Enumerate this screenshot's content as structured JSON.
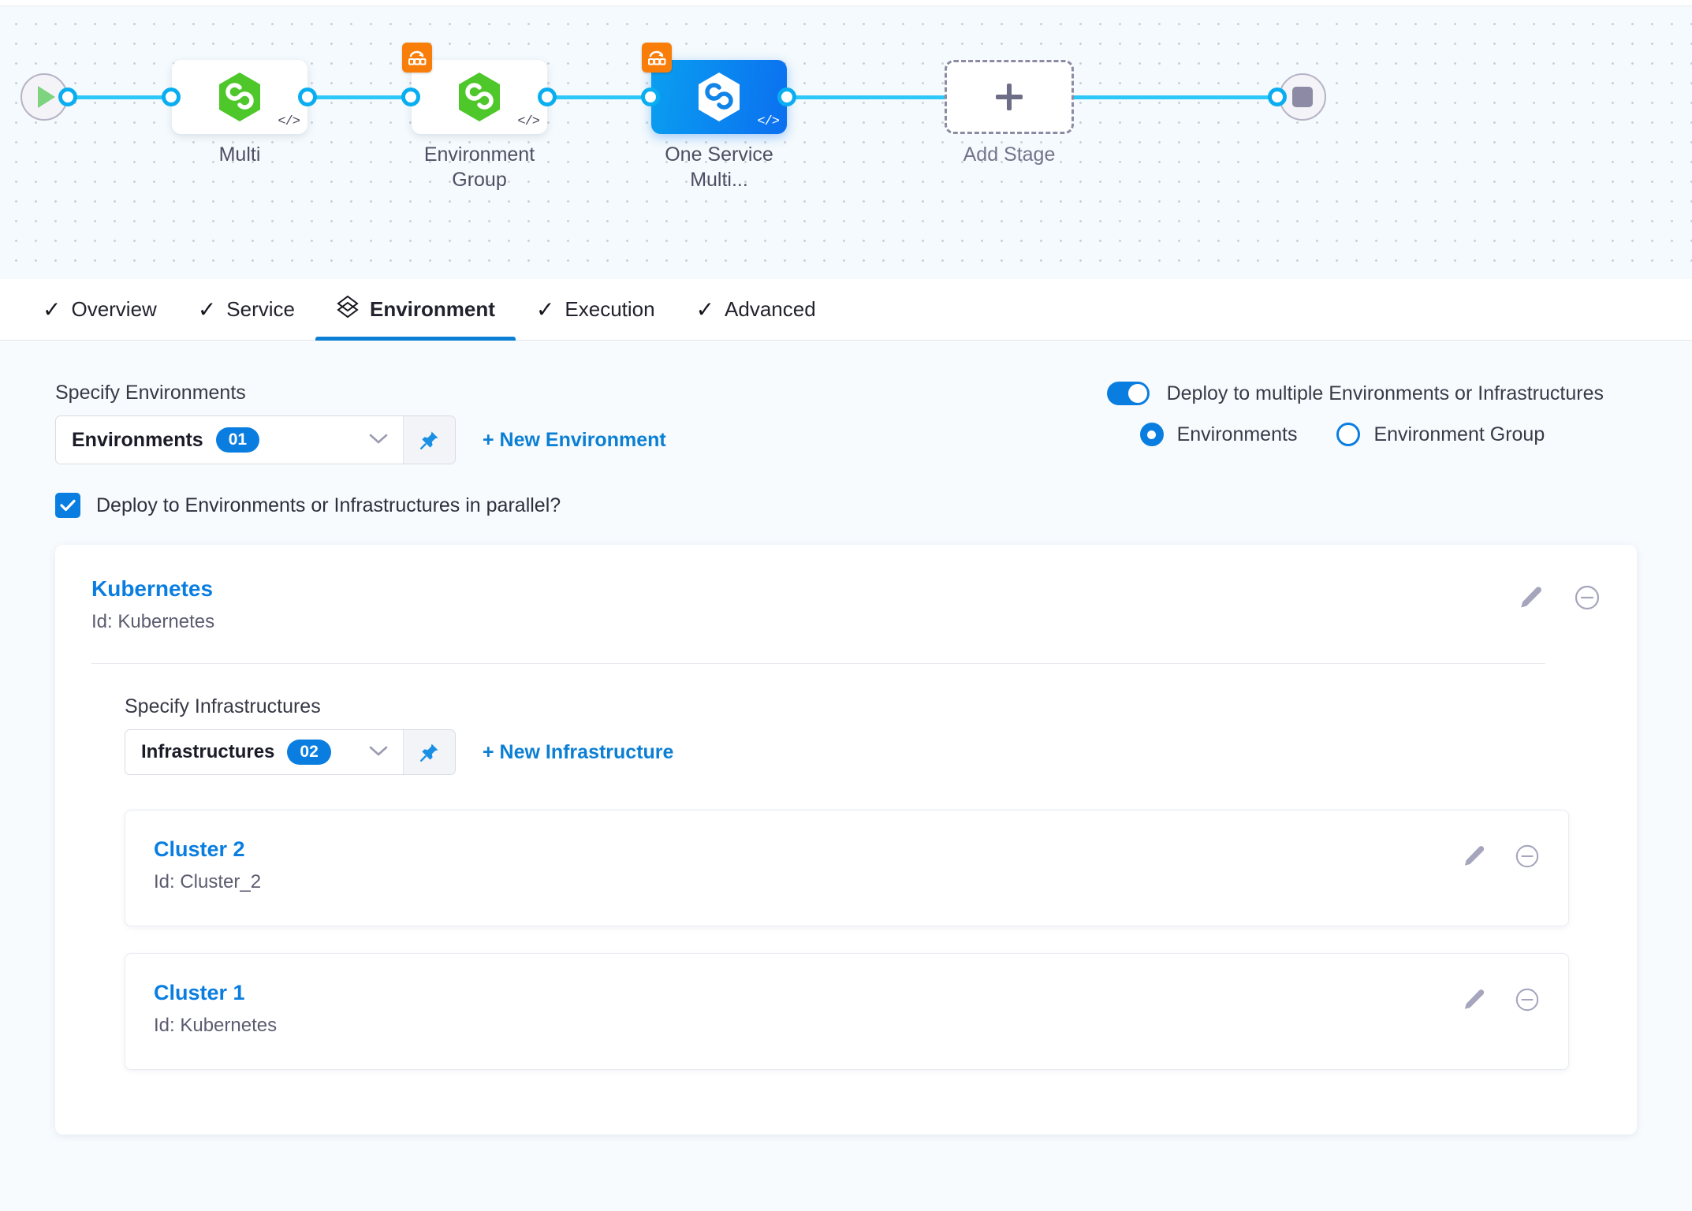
{
  "pipeline": {
    "start_icon": "play-icon",
    "end_icon": "stop-icon",
    "add_stage_label": "Add Stage",
    "stages": [
      {
        "label": "Multi",
        "icon": "harness-hex-icon",
        "code_badge": "</>",
        "selected": false,
        "has_rollback_badge": false
      },
      {
        "label": "Environment Group",
        "icon": "harness-hex-icon",
        "code_badge": "</>",
        "selected": false,
        "has_rollback_badge": true
      },
      {
        "label": "One Service Multi...",
        "icon": "harness-hex-icon",
        "code_badge": "</>",
        "selected": true,
        "has_rollback_badge": true
      }
    ]
  },
  "tabs": [
    {
      "label": "Overview",
      "icon": "check-icon",
      "active": false
    },
    {
      "label": "Service",
      "icon": "check-icon",
      "active": false
    },
    {
      "label": "Environment",
      "icon": "layers-diamond-icon",
      "active": true
    },
    {
      "label": "Execution",
      "icon": "check-icon",
      "active": false
    },
    {
      "label": "Advanced",
      "icon": "check-icon",
      "active": false
    }
  ],
  "environments_section": {
    "label": "Specify Environments",
    "select_text": "Environments",
    "select_count": "01",
    "new_link": "+ New Environment",
    "pin_icon": "pin-icon",
    "caret_icon": "chevron-down-icon"
  },
  "multi_deploy": {
    "toggle_label": "Deploy to multiple Environments or Infrastructures",
    "toggle_on": true,
    "options": [
      {
        "label": "Environments",
        "selected": true
      },
      {
        "label": "Environment Group",
        "selected": false
      }
    ]
  },
  "parallel": {
    "label": "Deploy to Environments or Infrastructures in parallel?",
    "checked": true
  },
  "environment": {
    "name": "Kubernetes",
    "id_label": "Id: Kubernetes",
    "edit_icon": "pencil-icon",
    "remove_icon": "minus-circle-icon"
  },
  "infrastructures_section": {
    "label": "Specify Infrastructures",
    "select_text": "Infrastructures",
    "select_count": "02",
    "new_link": "+ New Infrastructure",
    "pin_icon": "pin-icon",
    "caret_icon": "chevron-down-icon"
  },
  "infrastructures": [
    {
      "name": "Cluster 2",
      "id_label": "Id: Cluster_2",
      "edit_icon": "pencil-icon",
      "remove_icon": "minus-circle-icon"
    },
    {
      "name": "Cluster 1",
      "id_label": "Id: Kubernetes",
      "edit_icon": "pencil-icon",
      "remove_icon": "minus-circle-icon"
    }
  ],
  "colors": {
    "accent_blue": "#0a7ee0",
    "link_blue": "#0b7fd4",
    "wire_blue": "#2dc8f7",
    "hex_green": "#4ec72a",
    "badge_orange": "#f97d09",
    "canvas_bg": "#f4fafd",
    "page_bg": "#f7fbfe"
  }
}
